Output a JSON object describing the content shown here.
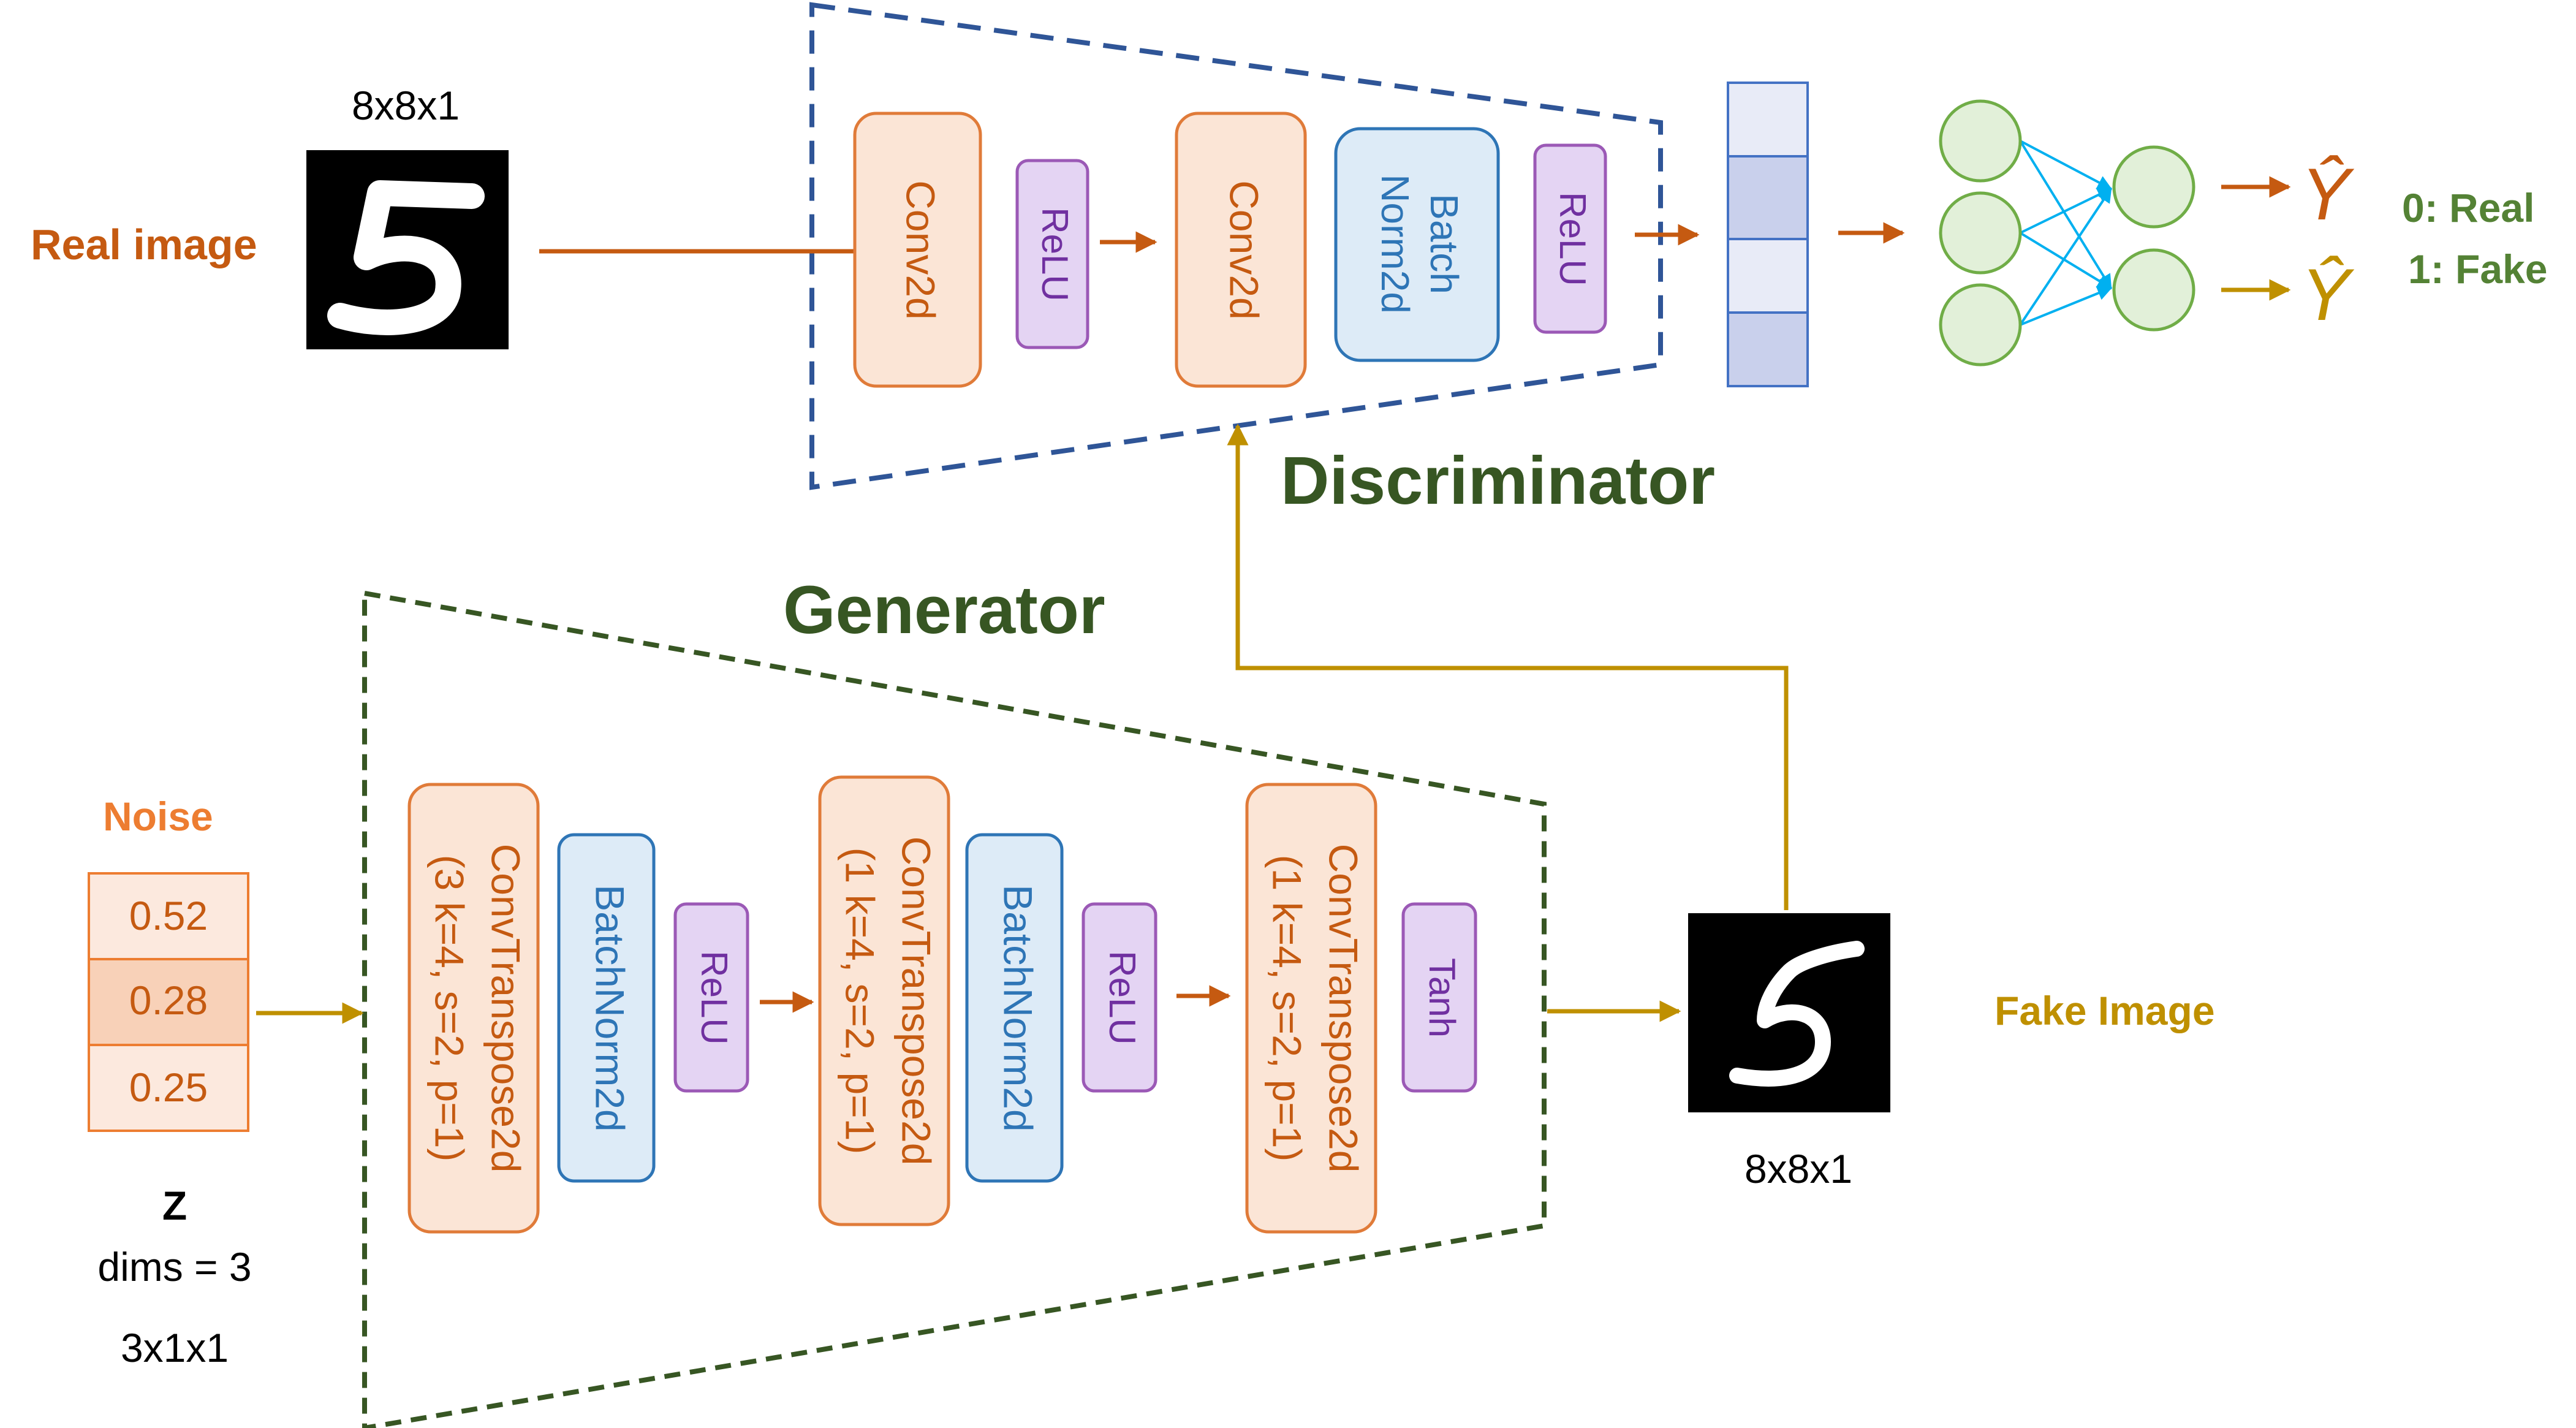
{
  "colors": {
    "orange": "#c55a11",
    "orange_fill": "#fbe5d6",
    "orange_border": "#e07b39",
    "blue": "#2e75b6",
    "blue_fill": "#ddebf7",
    "purple": "#7030a0",
    "purple_fill": "#e4d4f3",
    "purple_border": "#9b59b6",
    "green_dark": "#375623",
    "green_label": "#548235",
    "gold": "#bf9000",
    "navy_dash": "#2f5597",
    "noise_orange": "#ed7d31",
    "cyan": "#00b0f0",
    "node_fill": "#e2f0d9",
    "node_border": "#70ad47",
    "vector_fill_a": "#e8ebf7",
    "vector_fill_b": "#c9d0ec",
    "vector_border": "#4472c4"
  },
  "labels": {
    "real_image": "Real image",
    "real_dims": "8x8x1",
    "discriminator": "Discriminator",
    "generator": "Generator",
    "noise": "Noise",
    "noise_values": [
      "0.52",
      "0.28",
      "0.25"
    ],
    "z": "Z",
    "z_dims": "dims = 3",
    "z_shape": "3x1x1",
    "fake_image": "Fake Image",
    "fake_dims": "8x8x1",
    "y_hat": "Ŷ",
    "out_real": "0: Real",
    "out_fake": "1: Fake"
  },
  "discriminator_layers": [
    {
      "line1": "Conv2d",
      "line2": ""
    },
    {
      "line1": "ReLU",
      "line2": ""
    },
    {
      "line1": "Conv2d",
      "line2": ""
    },
    {
      "line1": "Batch",
      "line2": "Norm2d"
    },
    {
      "line1": "ReLU",
      "line2": ""
    }
  ],
  "generator_layers": [
    {
      "line1": "ConvTranspose2d",
      "line2": "(3 k=4, s=2, p=1)"
    },
    {
      "line1": "BatchNorm2d",
      "line2": ""
    },
    {
      "line1": "ReLU",
      "line2": ""
    },
    {
      "line1": "ConvTranspose2d",
      "line2": "(1 k=4, s=2, p=1)"
    },
    {
      "line1": "BatchNorm2d",
      "line2": ""
    },
    {
      "line1": "ReLU",
      "line2": ""
    },
    {
      "line1": "ConvTranspose2d",
      "line2": "(1 k=4, s=2, p=1)"
    },
    {
      "line1": "Tanh",
      "line2": ""
    }
  ]
}
